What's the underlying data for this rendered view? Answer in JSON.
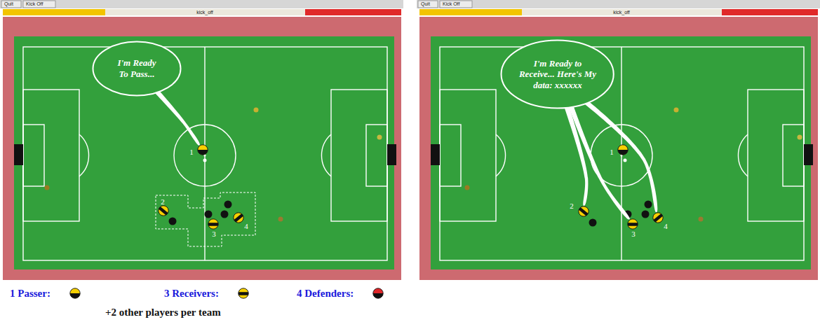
{
  "diagram": {
    "nodes": [
      {
        "text": [
          "I'm Ready To Pass..."
        ]
      },
      {
        "text": [
          "1"
        ]
      },
      {
        "text": [
          "2"
        ]
      },
      {
        "text": [
          "3"
        ]
      },
      {
        "text": [
          "4"
        ]
      },
      {
        "text": [
          "I'm Ready to Receive... Here's My data: xxxxxx"
        ]
      },
      {
        "text": [
          "1"
        ]
      },
      {
        "text": [
          "2"
        ]
      },
      {
        "text": [
          "3"
        ]
      },
      {
        "text": [
          "4"
        ]
      }
    ],
    "edges": [
      {
        "from": 0,
        "to": 1,
        "arrow": "none"
      },
      {
        "from": 5,
        "to": 7,
        "arrow": "none"
      },
      {
        "from": 5,
        "to": 8,
        "arrow": "none"
      },
      {
        "from": 5,
        "to": 9,
        "arrow": "none"
      }
    ],
    "labels": [
      "Quit",
      "Kick Off",
      "kick_off",
      "Quit",
      "Kick Off",
      "kick_off",
      "+2 other players per team"
    ],
    "legend": [
      {
        "text": "1 Passer:"
      },
      {
        "text": "3 Receivers:"
      },
      {
        "text": "4 Defenders:"
      }
    ]
  }
}
